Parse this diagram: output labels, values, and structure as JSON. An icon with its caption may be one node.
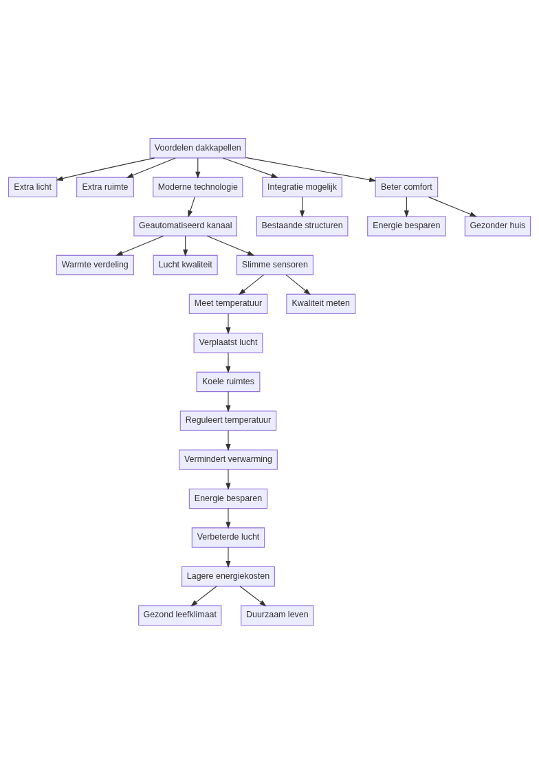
{
  "diagram": {
    "nodes": [
      {
        "text": [
          "Voordelen dakkapellen"
        ]
      },
      {
        "text": [
          "Extra licht"
        ]
      },
      {
        "text": [
          "Extra ruimte"
        ]
      },
      {
        "text": [
          "Moderne technologie"
        ]
      },
      {
        "text": [
          "Integratie mogelijk"
        ]
      },
      {
        "text": [
          "Beter comfort"
        ]
      },
      {
        "text": [
          "Geautomatiseerd kanaal"
        ]
      },
      {
        "text": [
          "Bestaande structuren"
        ]
      },
      {
        "text": [
          "Energie besparen"
        ]
      },
      {
        "text": [
          "Gezonder huis"
        ]
      },
      {
        "text": [
          "Warmte verdeling"
        ]
      },
      {
        "text": [
          "Lucht kwaliteit"
        ]
      },
      {
        "text": [
          "Slimme sensoren"
        ]
      },
      {
        "text": [
          "Meet temperatuur"
        ]
      },
      {
        "text": [
          "Kwaliteit meten"
        ]
      },
      {
        "text": [
          "Verplaatst lucht"
        ]
      },
      {
        "text": [
          "Koele ruimtes"
        ]
      },
      {
        "text": [
          "Reguleert temperatuur"
        ]
      },
      {
        "text": [
          "Vermindert verwarming"
        ]
      },
      {
        "text": [
          "Energie besparen"
        ]
      },
      {
        "text": [
          "Verbeterde lucht"
        ]
      },
      {
        "text": [
          "Lagere energiekosten"
        ]
      },
      {
        "text": [
          "Gezond leefklimaat"
        ]
      },
      {
        "text": [
          "Duurzaam leven"
        ]
      }
    ],
    "edges": [
      {
        "from": 0,
        "to": 1,
        "arrow": "to"
      },
      {
        "from": 0,
        "to": 2,
        "arrow": "to"
      },
      {
        "from": 0,
        "to": 3,
        "arrow": "to"
      },
      {
        "from": 0,
        "to": 4,
        "arrow": "to"
      },
      {
        "from": 0,
        "to": 5,
        "arrow": "to"
      },
      {
        "from": 3,
        "to": 6,
        "arrow": "to"
      },
      {
        "from": 4,
        "to": 7,
        "arrow": "to"
      },
      {
        "from": 5,
        "to": 8,
        "arrow": "to"
      },
      {
        "from": 5,
        "to": 9,
        "arrow": "to"
      },
      {
        "from": 6,
        "to": 10,
        "arrow": "to"
      },
      {
        "from": 6,
        "to": 11,
        "arrow": "to"
      },
      {
        "from": 6,
        "to": 12,
        "arrow": "to"
      },
      {
        "from": 12,
        "to": 13,
        "arrow": "to"
      },
      {
        "from": 12,
        "to": 14,
        "arrow": "to"
      },
      {
        "from": 13,
        "to": 15,
        "arrow": "to"
      },
      {
        "from": 15,
        "to": 16,
        "arrow": "to"
      },
      {
        "from": 16,
        "to": 17,
        "arrow": "to"
      },
      {
        "from": 17,
        "to": 18,
        "arrow": "to"
      },
      {
        "from": 18,
        "to": 19,
        "arrow": "to"
      },
      {
        "from": 19,
        "to": 20,
        "arrow": "to"
      },
      {
        "from": 20,
        "to": 21,
        "arrow": "to"
      },
      {
        "from": 21,
        "to": 22,
        "arrow": "to"
      },
      {
        "from": 21,
        "to": 23,
        "arrow": "to"
      }
    ]
  }
}
